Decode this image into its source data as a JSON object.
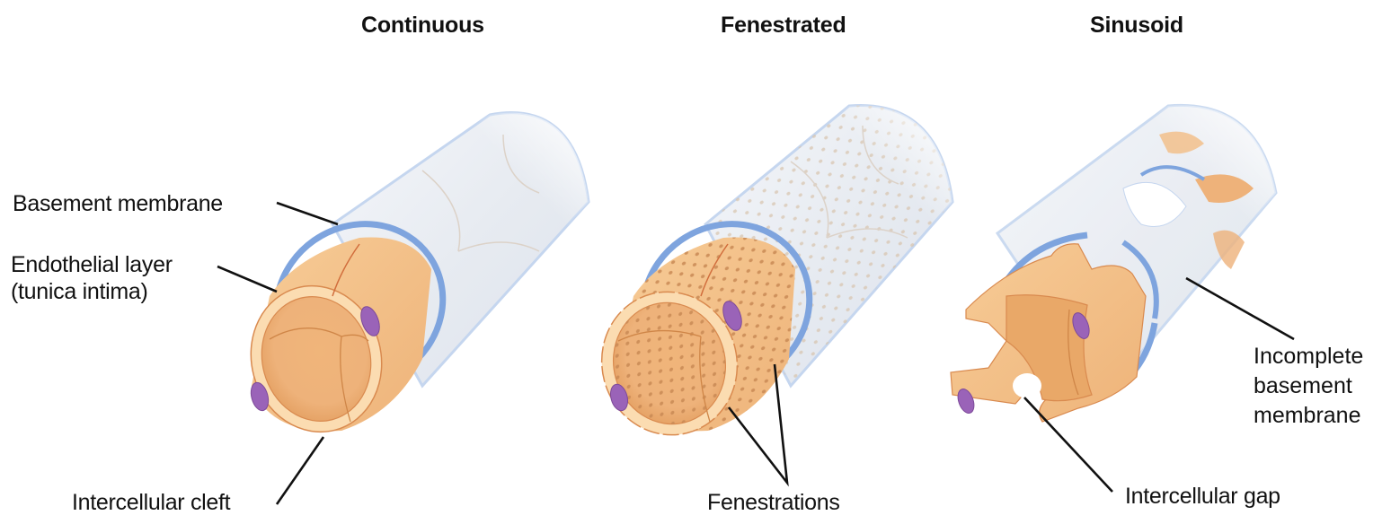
{
  "titles": {
    "continuous": "Continuous",
    "fenestrated": "Fenestrated",
    "sinusoid": "Sinusoid"
  },
  "labels": {
    "basement_membrane": "Basement membrane",
    "endothelial_layer_line1": "Endothelial layer",
    "endothelial_layer_line2": "(tunica intima)",
    "intercellular_cleft": "Intercellular cleft",
    "fenestrations": "Fenestrations",
    "incomplete_bm_line1": "Incomplete",
    "incomplete_bm_line2": "basement",
    "incomplete_bm_line3": "membrane",
    "intercellular_gap": "Intercellular gap"
  },
  "colors": {
    "endothelium": "#f2bd84",
    "endothelium_dark": "#e3a064",
    "endothelium_light": "#fbdcb1",
    "cell_border": "#d98a4f",
    "basement_membrane": "#7ea4de",
    "outer_tube": "#e9edf4",
    "outer_tube_edge": "#c5d6ef",
    "nucleus": "#9a63b8",
    "leader_line": "#111111"
  }
}
